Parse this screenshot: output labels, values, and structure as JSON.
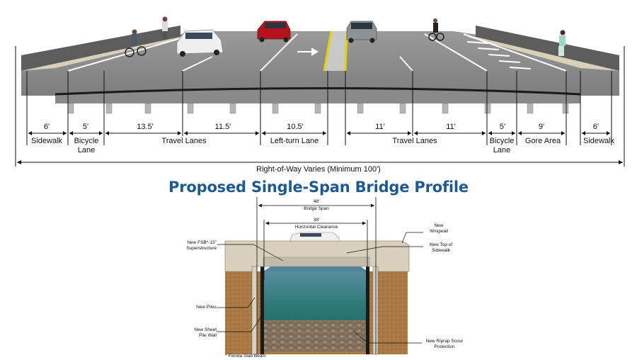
{
  "cross_section": {
    "widths": [
      {
        "value": "6'"
      },
      {
        "value": "5'"
      },
      {
        "value": "13.5'"
      },
      {
        "value": "11.5'"
      },
      {
        "value": "10.5'"
      },
      {
        "value": "11'"
      },
      {
        "value": "11'"
      },
      {
        "value": "5'"
      },
      {
        "value": "9'"
      },
      {
        "value": "6'"
      }
    ],
    "labels": {
      "sidewalk_left": "Sidewalk",
      "bike_left_1": "Bicycle",
      "bike_left_2": "Lane",
      "travel_left": "Travel Lanes",
      "left_turn": "Left-turn Lane",
      "travel_right": "Travel Lanes",
      "bike_right_1": "Bicycle",
      "bike_right_2": "Lane",
      "gore": "Gore Area",
      "sidewalk_right": "Sidewalk"
    },
    "row_note": "Right-of-Way Varies (Minimum 100')"
  },
  "title": "Proposed Single-Span Bridge Profile",
  "profile": {
    "span_value": "48'",
    "span_label": "Bridge Span",
    "clear_value": "38'",
    "clear_label": "Horizontal Clearance",
    "callouts": {
      "superstructure_1": "New FSB*-15\"",
      "superstructure_2": "Superstructure",
      "piles": "New Piles",
      "sheet_1": "New Sheet",
      "sheet_2": "Pile Wall",
      "wingwall_1": "New",
      "wingwall_2": "Wingwall",
      "top_sidewalk_1": "New Top of",
      "top_sidewalk_2": "Sidewalk",
      "riprap_1": "New Riprap Scour",
      "riprap_2": "Protection"
    },
    "footnote": "* Florida Slab Beam"
  },
  "colors": {
    "title": "#1f5a8f",
    "pavement": "#8e8e8e",
    "barrier": "#5a5a5a",
    "soil": "#a97a43",
    "water": "#2e7d7d",
    "centerline": "#e6d200"
  }
}
